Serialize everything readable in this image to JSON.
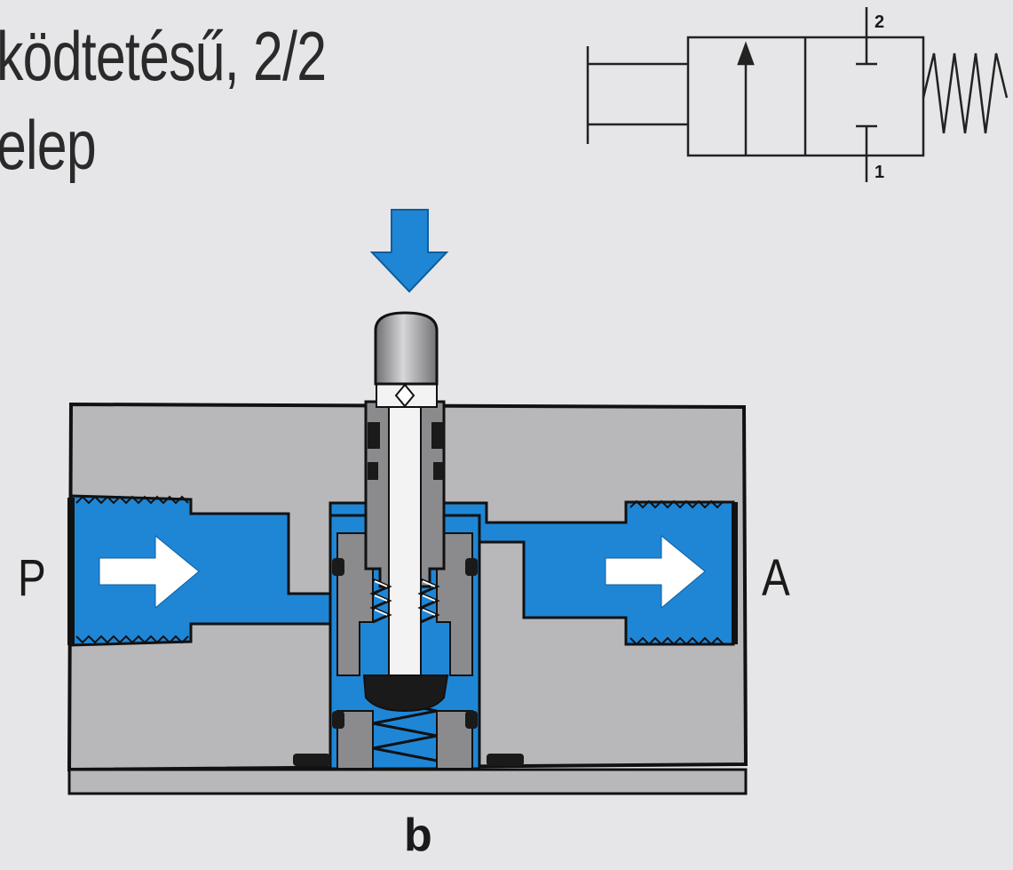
{
  "title": {
    "line1": "ködtetésű, 2/2",
    "line2": "elep"
  },
  "symbol": {
    "port_top": "2",
    "port_bottom": "1"
  },
  "section": {
    "left_port": "P",
    "right_port": "A"
  },
  "caption": "b",
  "colors": {
    "background": "#e6e6e8",
    "body": "#b8b8ba",
    "flow": "#1f86d6",
    "steel": "#8b8b8d",
    "seal": "#1a1a1a"
  },
  "icons": [
    "actuation-arrow-icon",
    "flow-arrow-icon",
    "spring-icon"
  ]
}
